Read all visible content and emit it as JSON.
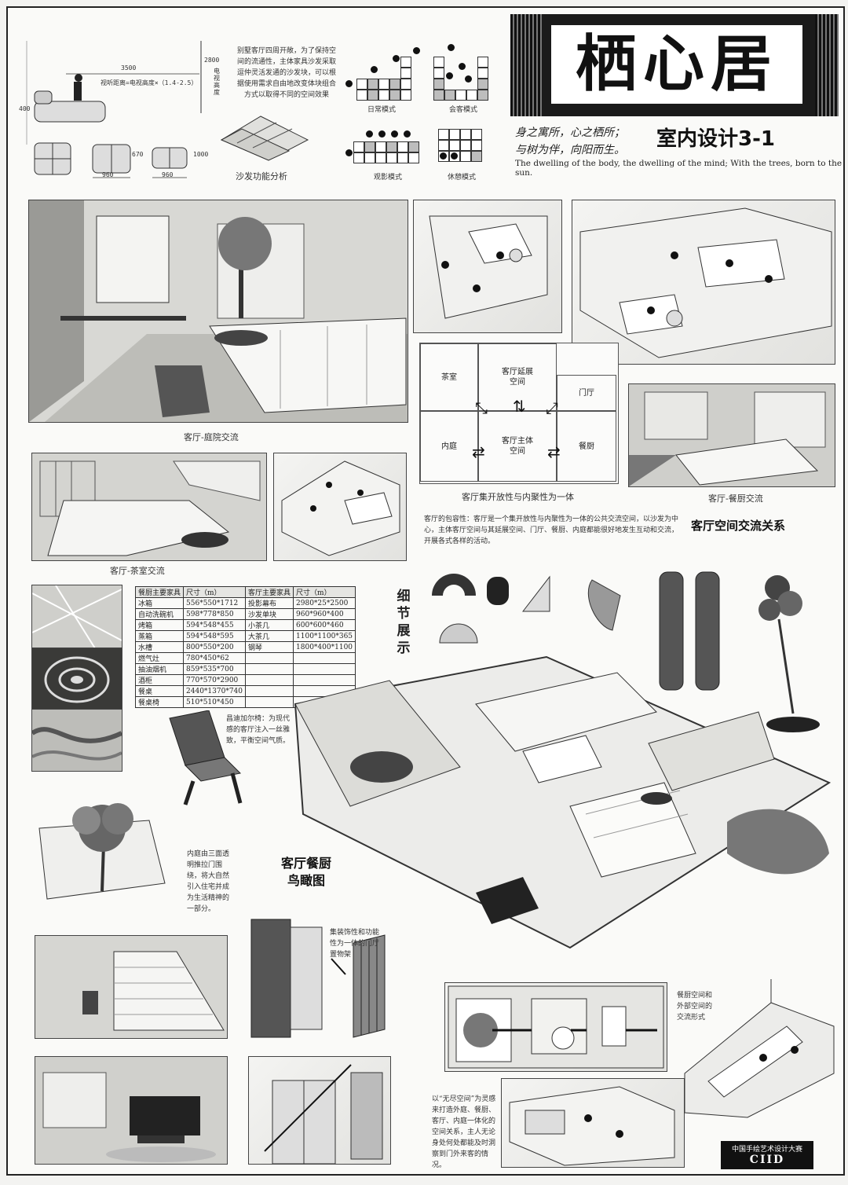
{
  "title": {
    "main": "栖心居",
    "slogan_line1": "身之寓所，心之栖所；",
    "slogan_line2": "与树为伴，向阳而生。",
    "subtitle": "室内设计3-1",
    "english": "The dwelling of the body, the dwelling of the mind; With the trees, born to the sun."
  },
  "sofa_analysis": {
    "caption": "沙发功能分析",
    "note": "别墅客厅四周开敞，为了保持空间的流通性，主体家具沙发采取逗仲灵活发通的沙发块，可以根据使用需求自由地改变体块组合方式以取得不同的空间效果",
    "dims": {
      "d3500": "3500",
      "formula": "视听距离=电视高度×（1.4-2.5）",
      "d400": "400",
      "d2800": "2800",
      "tv_height": "电视高度",
      "d960a": "960",
      "d960b": "960",
      "d670": "670",
      "d1000": "1000"
    },
    "modes": [
      "日常模式",
      "会客模式",
      "观影模式",
      "休憩模式"
    ]
  },
  "captions": {
    "living_courtyard": "客厅-庭院交流",
    "living_tearoom": "客厅-茶室交流",
    "open_inward": "客厅集开放性与内聚性为一体",
    "living_dining": "客厅-餐厨交流",
    "relation_title": "客厅空间交流关系",
    "aerial_title_1": "客厅餐厨",
    "aerial_title_2": "鸟瞰图",
    "detail_title": [
      "细",
      "节",
      "展",
      "示"
    ]
  },
  "relation_diagram": {
    "tea_room": "茶室",
    "living_ext": "客厅延展空间",
    "entrance": "门厅",
    "courtyard": "内庭",
    "living_main": "客厅主体空间",
    "dining": "餐厨"
  },
  "notes": {
    "inclusive": "客厅的包容性：客厅是一个集开放性与内聚性为一体的公共交流空间，以沙发为中心，主体客厅空间与其延展空间、门厅、餐厨、内庭都能很好地发生互动和交流，开展各式各样的活动。",
    "chair": "昌迪加尔椅：为现代感的客厅注入一丝雅致，平衡空间气质。",
    "courtyard": "内庭由三面透明推拉门围绕，将大自然引入住宅并成为生活精神的一部分。",
    "rack": "集装饰性和功能性为一体的门厅置物架",
    "dining_flow": "餐厨空间和外部空间的交流形式",
    "boundless": "以“无尽空间”为灵感来打造外庭、餐厨、客厅、内庭一体化的空间关系，主人无论身处何处都能及时洞察到门外来客的情况。"
  },
  "furniture_table": {
    "headers": [
      "餐厨主要家具",
      "尺寸（m）",
      "客厅主要家具",
      "尺寸（m）"
    ],
    "rows": [
      [
        "冰箱",
        "556*550*1712",
        "投影幕布",
        "2980*25*2500"
      ],
      [
        "自动洗碗机",
        "598*778*850",
        "沙发单块",
        "960*960*400"
      ],
      [
        "烤箱",
        "594*548*455",
        "小茶几",
        "600*600*460"
      ],
      [
        "蒸箱",
        "594*548*595",
        "大茶几",
        "1100*1100*365"
      ],
      [
        "水槽",
        "800*550*200",
        "钢琴",
        "1800*400*1100"
      ],
      [
        "燃气灶",
        "780*450*62",
        "",
        ""
      ],
      [
        "抽油烟机",
        "859*535*700",
        "",
        ""
      ],
      [
        "酒柜",
        "770*570*2900",
        "",
        ""
      ],
      [
        "餐桌",
        "2440*1370*740",
        "",
        ""
      ],
      [
        "餐桌椅",
        "510*510*450",
        "",
        ""
      ]
    ]
  },
  "footer": {
    "competition": "中国手绘艺术设计大赛",
    "logo": "CIID"
  }
}
